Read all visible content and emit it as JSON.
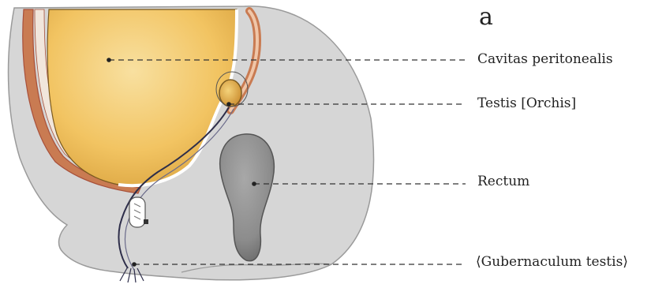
{
  "figure": {
    "panel_letter": "a",
    "labels": [
      {
        "text": "Cavitas peritonealis"
      },
      {
        "text": "Testis [Orchis]"
      },
      {
        "text": "Rectum"
      },
      {
        "text": "⟨Gubernaculum testis⟩"
      }
    ]
  },
  "colors": {
    "background": "#ffffff",
    "tissue": "#d6d6d6",
    "tissue_dark": "#bdbdbd",
    "peritoneal_cavity": "#f2c462",
    "peritoneal_cavity_light": "#f8e0a0",
    "muscle": "#c97b52",
    "muscle_dark": "#a8503a",
    "testis": "#d8a03c",
    "rectum": "#8c8c8c",
    "rectum_dark": "#6a6a6a",
    "leader_line": "#333333",
    "text": "#222222"
  }
}
